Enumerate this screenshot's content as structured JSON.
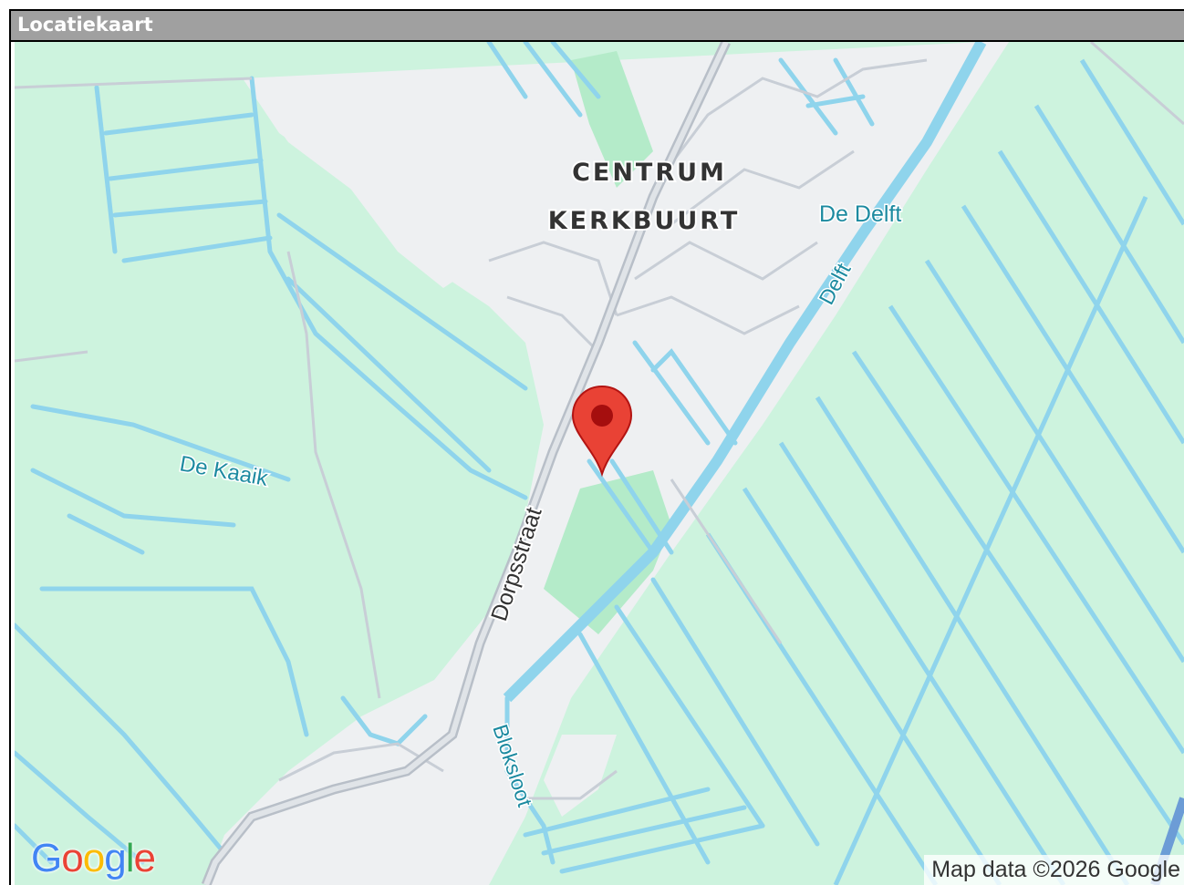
{
  "panel": {
    "title": "Locatiekaart"
  },
  "map": {
    "labels": {
      "district_1": "CENTRUM",
      "district_2": "KERKBUURT",
      "water_de_delft": "De Delft",
      "canal_delft": "Delft",
      "water_de_kaaik": "De Kaaik",
      "street_dorpsstraat": "Dorpsstraat",
      "water_bloksloot": "Bloksloot"
    },
    "attribution": "Map data ©2026 Google",
    "logo": {
      "letters": [
        "G",
        "o",
        "o",
        "g",
        "l",
        "e"
      ]
    },
    "marker": {
      "icon": "map-pin-icon",
      "color": "#e94235"
    },
    "colors": {
      "land": "#cdf3de",
      "park": "#b4ebc9",
      "water": "#8fd4ec",
      "road": "#c8ced6",
      "urban": "#eef0f2"
    }
  }
}
